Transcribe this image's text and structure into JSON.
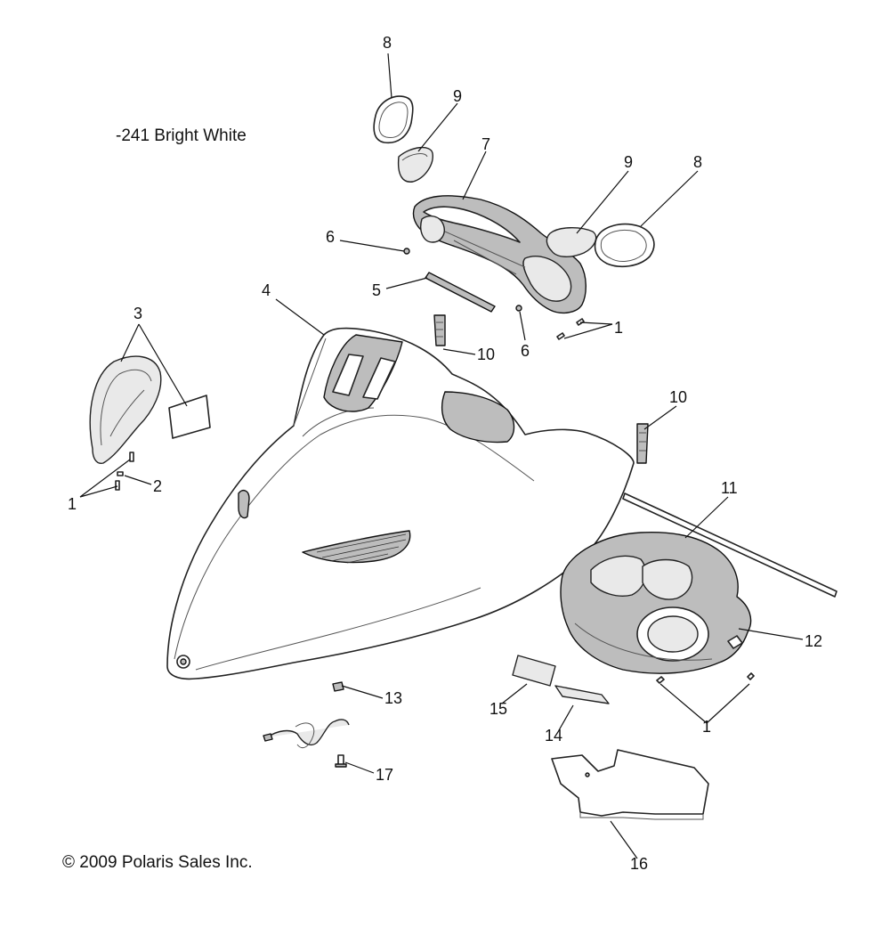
{
  "notes": {
    "color_code": "-241  Bright White",
    "copyright": "© 2009 Polaris Sales Inc."
  },
  "callouts": [
    "8",
    "9",
    "7",
    "9",
    "8",
    "6",
    "5",
    "6",
    "1",
    "4",
    "10",
    "3",
    "10",
    "2",
    "1",
    "11",
    "12",
    "13",
    "15",
    "14",
    "1",
    "17",
    "16"
  ],
  "colors": {
    "line": "#222222",
    "paper": "#ffffff",
    "shade": "#bdbdbd"
  }
}
